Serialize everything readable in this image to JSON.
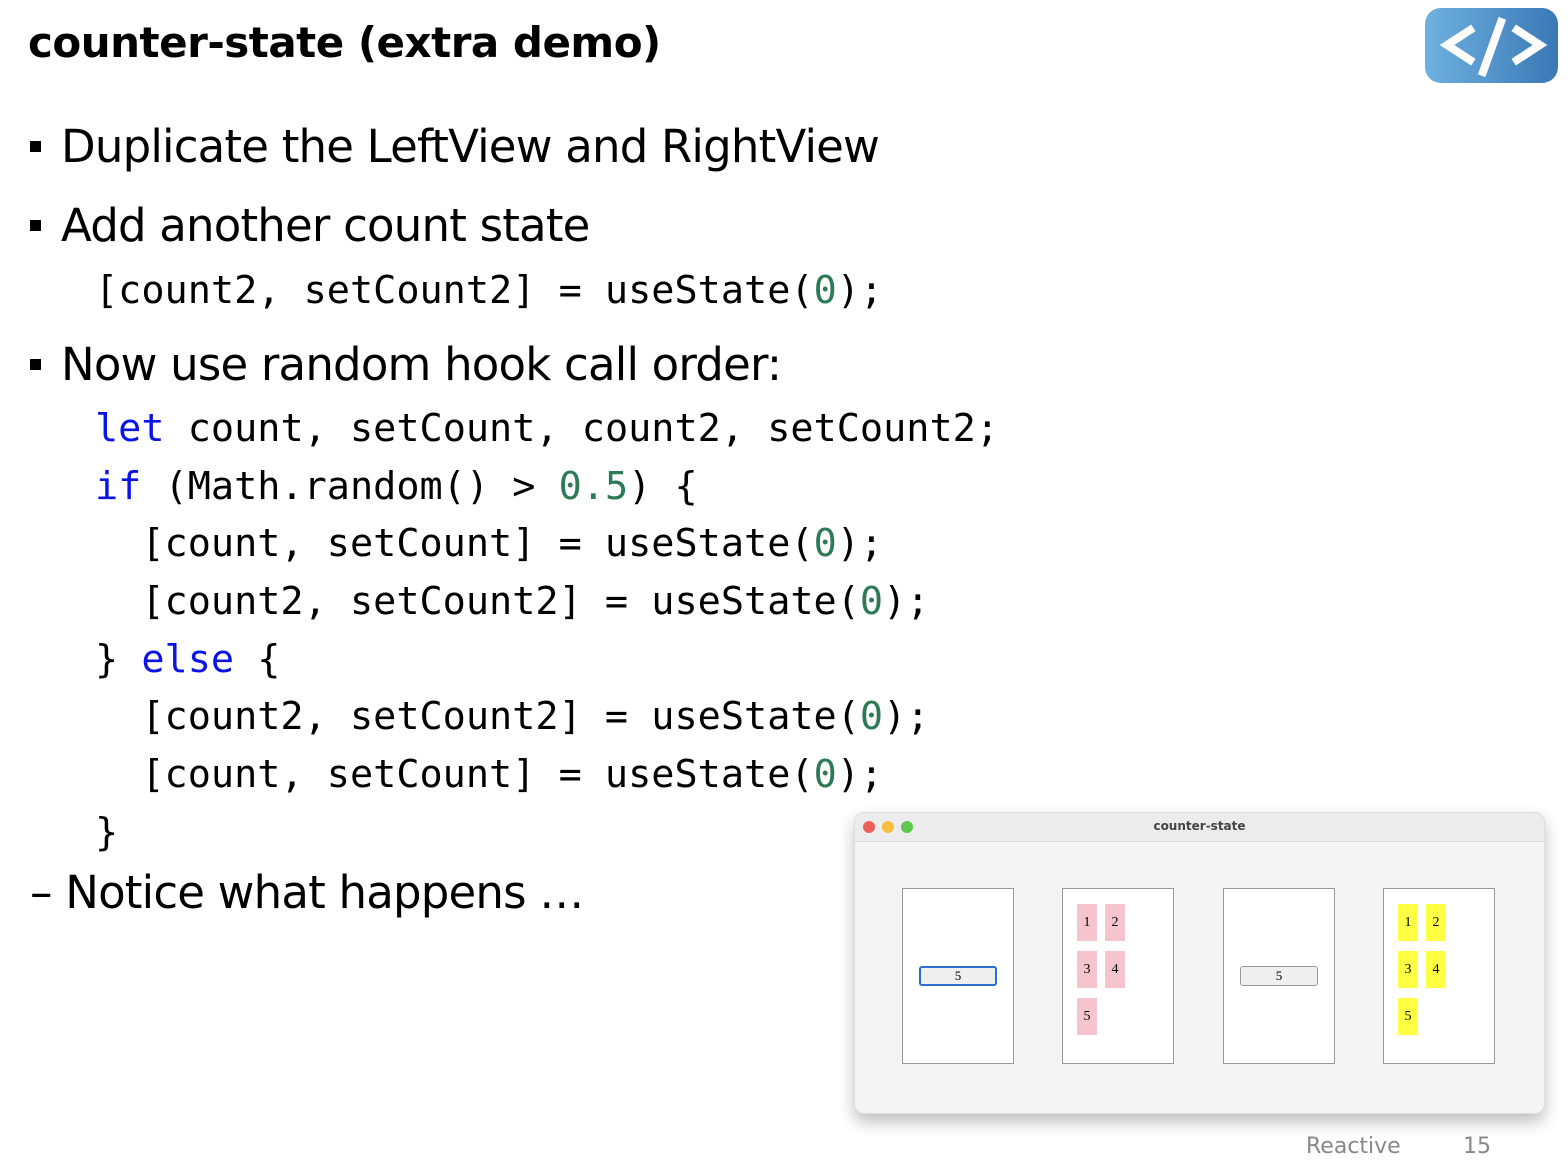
{
  "title": "counter-state (extra demo)",
  "bullets": [
    "Duplicate the LeftView and RightView",
    "Add another count state",
    "Now use random hook call order:"
  ],
  "code1": [
    [
      {
        "t": "[count2, setCount2] = useState("
      },
      {
        "t": "0",
        "k": "num"
      },
      {
        "t": ");"
      }
    ]
  ],
  "code2": [
    [
      {
        "t": "let",
        "k": "kw"
      },
      {
        "t": " count, setCount, count2, setCount2;"
      }
    ],
    [
      {
        "t": "if",
        "k": "kw"
      },
      {
        "t": " (Math.random() > "
      },
      {
        "t": "0.5",
        "k": "num"
      },
      {
        "t": ") {"
      }
    ],
    [
      {
        "t": "  [count, setCount] = useState("
      },
      {
        "t": "0",
        "k": "num"
      },
      {
        "t": ");"
      }
    ],
    [
      {
        "t": "  [count2, setCount2] = useState("
      },
      {
        "t": "0",
        "k": "num"
      },
      {
        "t": ");"
      }
    ],
    [
      {
        "t": "} "
      },
      {
        "t": "else",
        "k": "kw"
      },
      {
        "t": " {"
      }
    ],
    [
      {
        "t": "  [count2, setCount2] = useState("
      },
      {
        "t": "0",
        "k": "num"
      },
      {
        "t": ");"
      }
    ],
    [
      {
        "t": "  [count, setCount] = useState("
      },
      {
        "t": "0",
        "k": "num"
      },
      {
        "t": ");"
      }
    ],
    [
      {
        "t": "}"
      }
    ]
  ],
  "notice": "– Notice what happens …",
  "window": {
    "title": "counter-state",
    "left_button": "5",
    "right_button": "5",
    "left_tiles": [
      "1",
      "2",
      "3",
      "4",
      "5"
    ],
    "right_tiles": [
      "1",
      "2",
      "3",
      "4",
      "5"
    ],
    "colors": {
      "pink": "#f5c4cd",
      "yellow": "#ffff44",
      "focus": "#2b6fd0"
    }
  },
  "footer": {
    "section": "Reactive",
    "page": "15"
  }
}
